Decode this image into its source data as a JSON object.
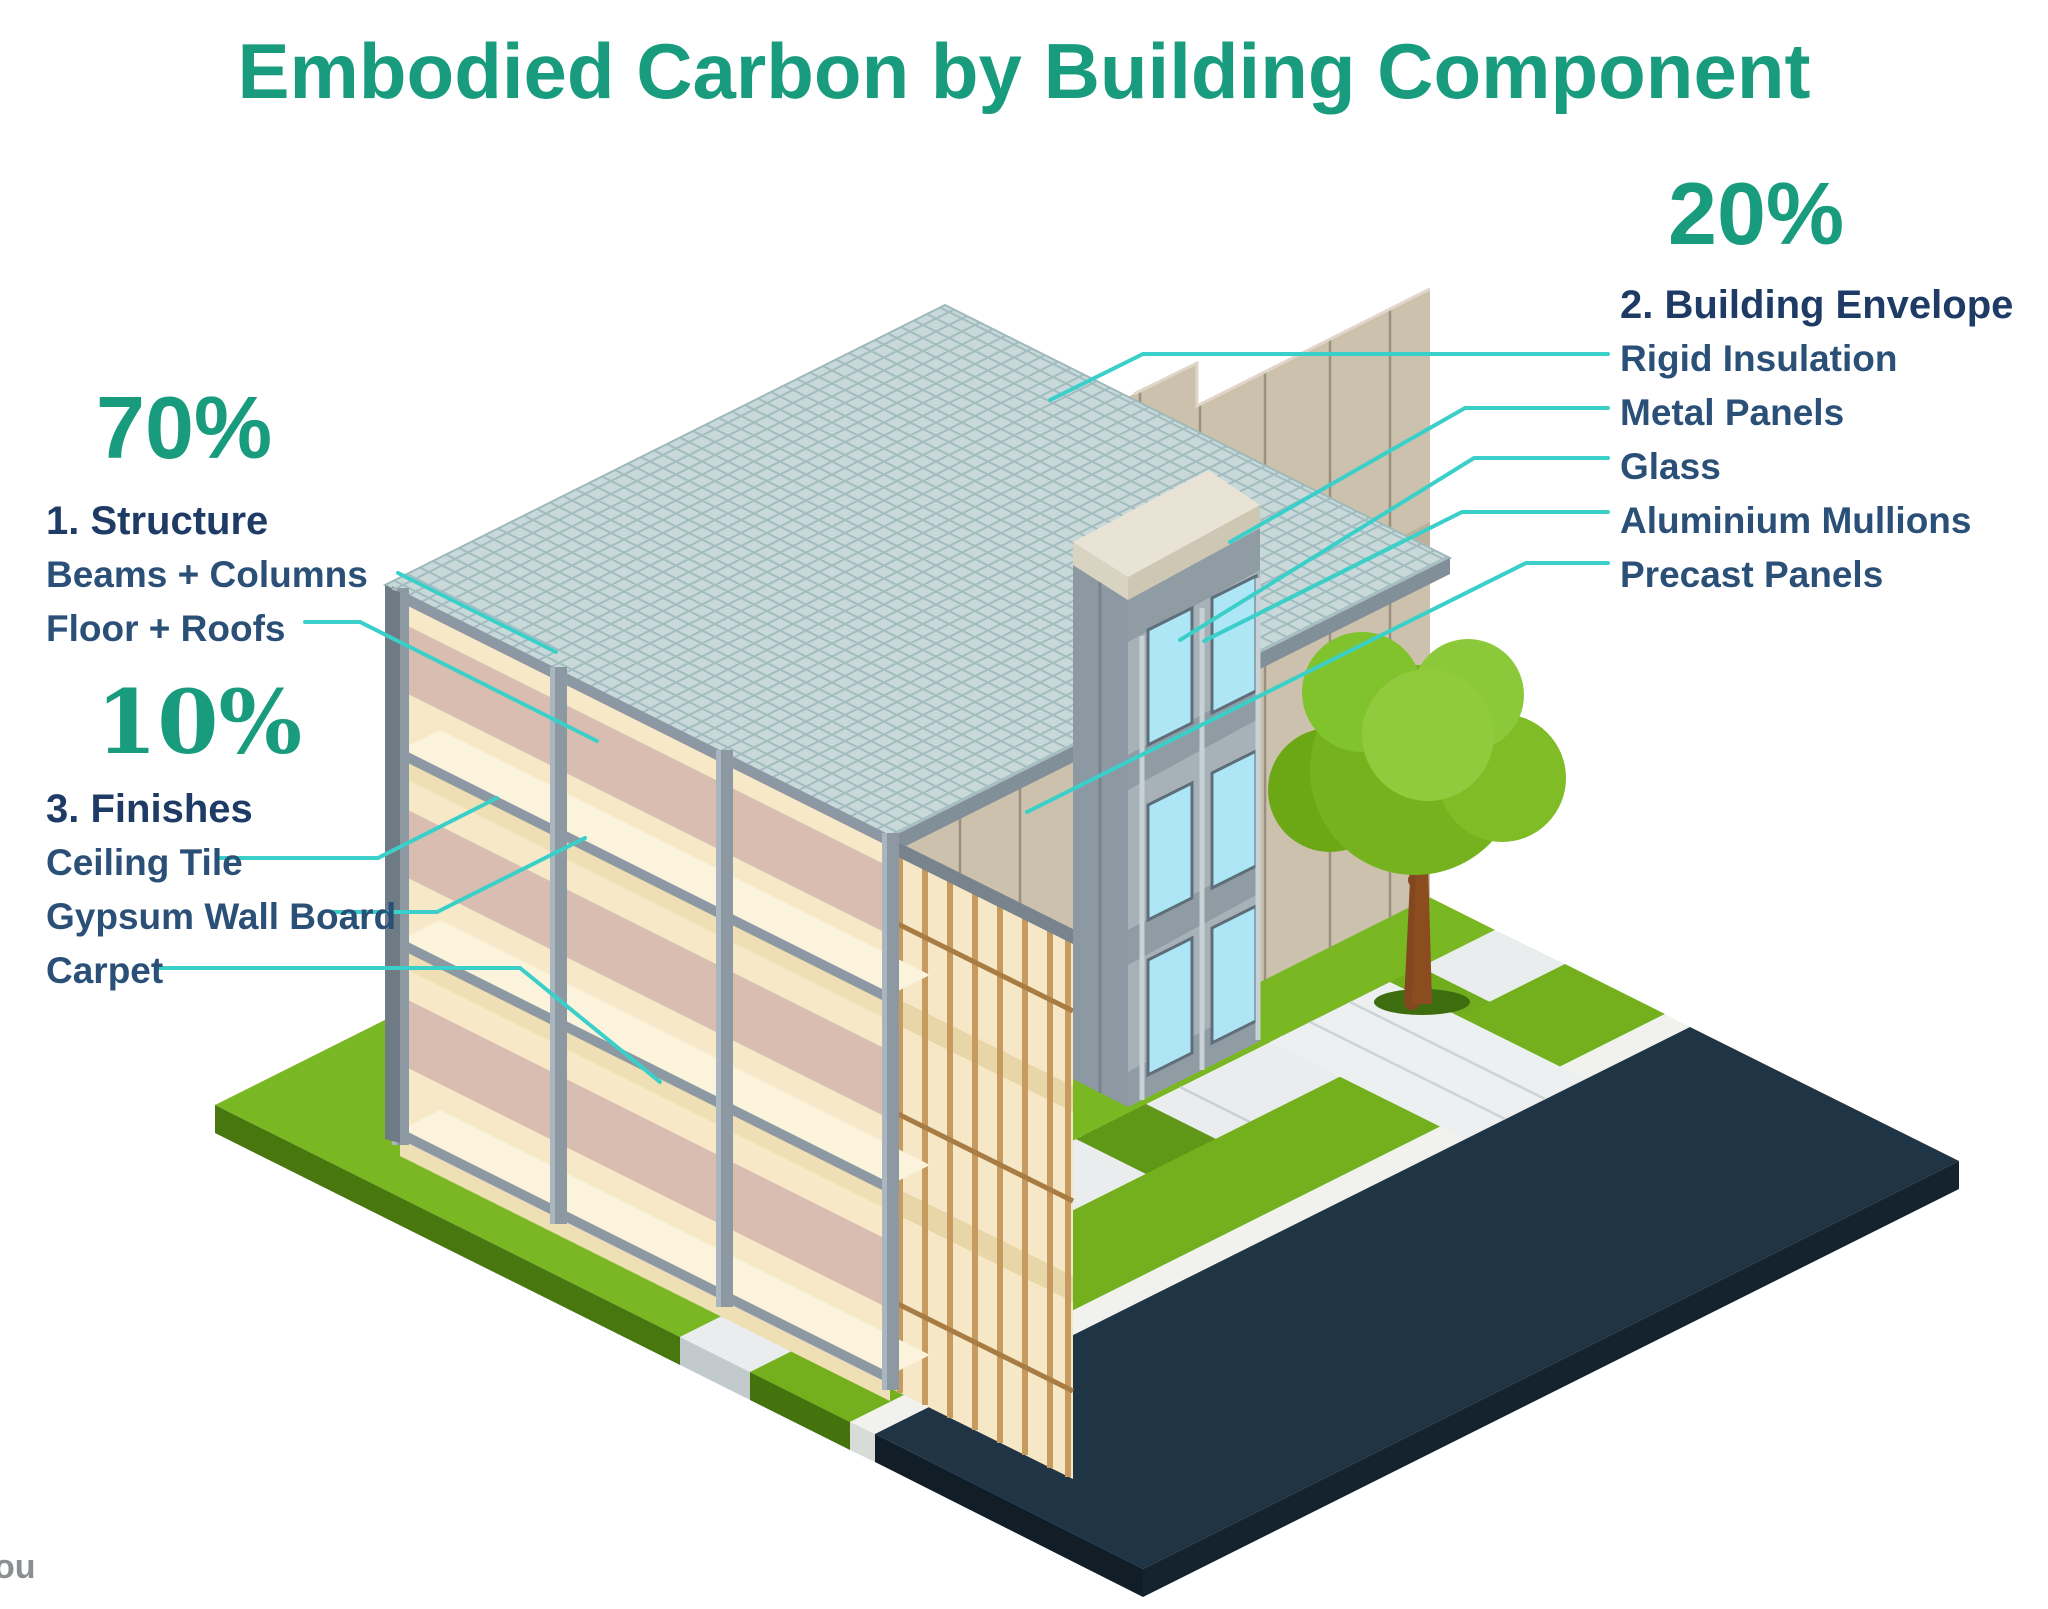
{
  "title": "Embodied Carbon by Building Component",
  "watermark": "ou",
  "groups": {
    "structure": {
      "percent": "70%",
      "heading": "1. Structure",
      "items": [
        "Beams + Columns",
        "Floor + Roofs"
      ]
    },
    "envelope": {
      "percent": "20%",
      "heading": "2. Building Envelope",
      "items": [
        "Rigid Insulation",
        "Metal Panels",
        "Glass",
        "Aluminium Mullions",
        "Precast Panels"
      ]
    },
    "finishes": {
      "percent": "10%",
      "heading": "3. Finishes",
      "items": [
        "Ceiling Tile",
        "Gypsum Wall Board",
        "Carpet"
      ]
    }
  },
  "colors": {
    "accent_green": "#199C7E",
    "heading_navy": "#1E3B66",
    "item_navy": "#2B5078",
    "leader_teal": "#3BCFC9",
    "grass": "#7AB823",
    "grass_side": "#47770E",
    "road": "#1F3444",
    "sidewalk": "#E9EDEE",
    "precast_tan": "#CBC1AD",
    "roof_teal": "#C9D9DA",
    "steel_gray": "#8C99A3",
    "floor_cream": "#F7E9C8",
    "gypsum_pink": "#D9BDB0",
    "timber": "#C79A5F",
    "window_blue": "#AEE6F6"
  },
  "illustration": {
    "scene": "isometric three-story building cutaway on a city block with tree, sidewalk and road"
  }
}
